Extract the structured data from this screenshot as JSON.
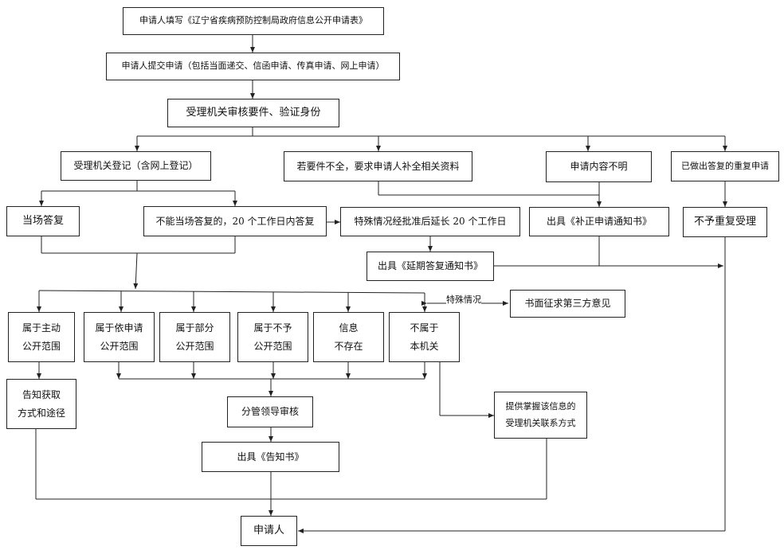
{
  "steps": {
    "fill_form": "申请人填写《辽宁省疾病预防控制局政府信息公开申请表》",
    "submit": "申请人提交申请（包括当面递交、信函申请、传真申请、网上申请）",
    "review": "受理机关审核要件、验证身份",
    "register": "受理机关登记（含网上登记）",
    "incomplete": "若要件不全，要求申请人补全相关资料",
    "unclear": "申请内容不明",
    "repeat": "已做出答复的重复申请",
    "on_spot": "当场答复",
    "within_20": "不能当场答复的，20 个工作日内答复",
    "extend_20": "特殊情况经批准后延长 20 个工作日",
    "supplement_notice": "出具《补正申请通知书》",
    "no_repeat": "不予重复受理",
    "delay_notice": "出具《延期答复通知书》",
    "special_case": "特殊情况",
    "third_party": "书面征求第三方意见",
    "cat_active": [
      "属于主动",
      "公开范围"
    ],
    "cat_request": [
      "属于依申请",
      "公开范围"
    ],
    "cat_partial": [
      "属于部分",
      "公开范围"
    ],
    "cat_not": [
      "属于不予",
      "公开范围"
    ],
    "cat_none": [
      "信息",
      "不存在"
    ],
    "cat_other": [
      "不属于",
      "本机关"
    ],
    "inform_method": [
      "告知获取",
      "方式和途径"
    ],
    "leader_review": "分管领导审核",
    "notice": "出具《告知书》",
    "contact": [
      "提供掌握该信息的",
      "受理机关联系方式"
    ],
    "applicant": "申请人"
  }
}
